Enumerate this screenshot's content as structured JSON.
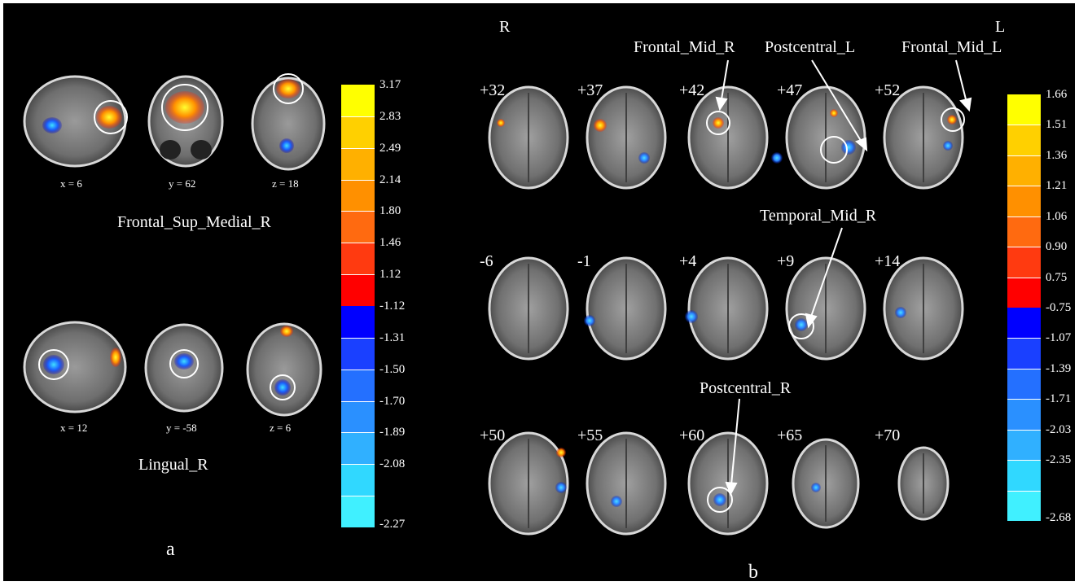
{
  "panel_a": {
    "letter": "a",
    "rows": [
      {
        "region": "Frontal_Sup_Medial_R",
        "coords": [
          "x = 6",
          "y = 62",
          "z = 18"
        ]
      },
      {
        "region": "Lingual_R",
        "coords": [
          "x = 12",
          "y = -58",
          "z = 6"
        ]
      }
    ],
    "colorbar": {
      "ticks": [
        "3.17",
        "2.83",
        "2.49",
        "2.14",
        "1.80",
        "1.46",
        "1.12",
        "-1.12",
        "-1.31",
        "-1.50",
        "-1.70",
        "-1.89",
        "-2.08",
        "-2.27"
      ],
      "colors": [
        "#ffff00",
        "#ffd000",
        "#ffb000",
        "#ff9000",
        "#ff6a10",
        "#ff3a10",
        "#ff0000",
        "#0000ff",
        "#1a40ff",
        "#2470ff",
        "#2a90ff",
        "#30b0ff",
        "#30d8ff",
        "#40f0ff"
      ]
    }
  },
  "panel_b": {
    "letter": "b",
    "orientation": {
      "left": "R",
      "right": "L"
    },
    "rows": [
      {
        "slices": [
          "+32",
          "+37",
          "+42",
          "+47",
          "+52"
        ]
      },
      {
        "slices": [
          "-6",
          "-1",
          "+4",
          "+9",
          "+14"
        ]
      },
      {
        "slices": [
          "+50",
          "+55",
          "+60",
          "+65",
          "+70"
        ]
      }
    ],
    "annotations": {
      "frontal_mid_r": "Frontal_Mid_R",
      "postcentral_l": "Postcentral_L",
      "frontal_mid_l": "Frontal_Mid_L",
      "temporal_mid_r": "Temporal_Mid_R",
      "postcentral_r": "Postcentral_R"
    },
    "colorbar": {
      "ticks": [
        "1.66",
        "1.51",
        "1.36",
        "1.21",
        "1.06",
        "0.90",
        "0.75",
        "-0.75",
        "-1.07",
        "-1.39",
        "-1.71",
        "-2.03",
        "-2.35",
        "-2.68"
      ],
      "colors": [
        "#ffff00",
        "#ffd000",
        "#ffb000",
        "#ff9000",
        "#ff6a10",
        "#ff3a10",
        "#ff0000",
        "#0000ff",
        "#1a40ff",
        "#2470ff",
        "#2a90ff",
        "#30b0ff",
        "#30d8ff",
        "#40f0ff"
      ]
    }
  }
}
